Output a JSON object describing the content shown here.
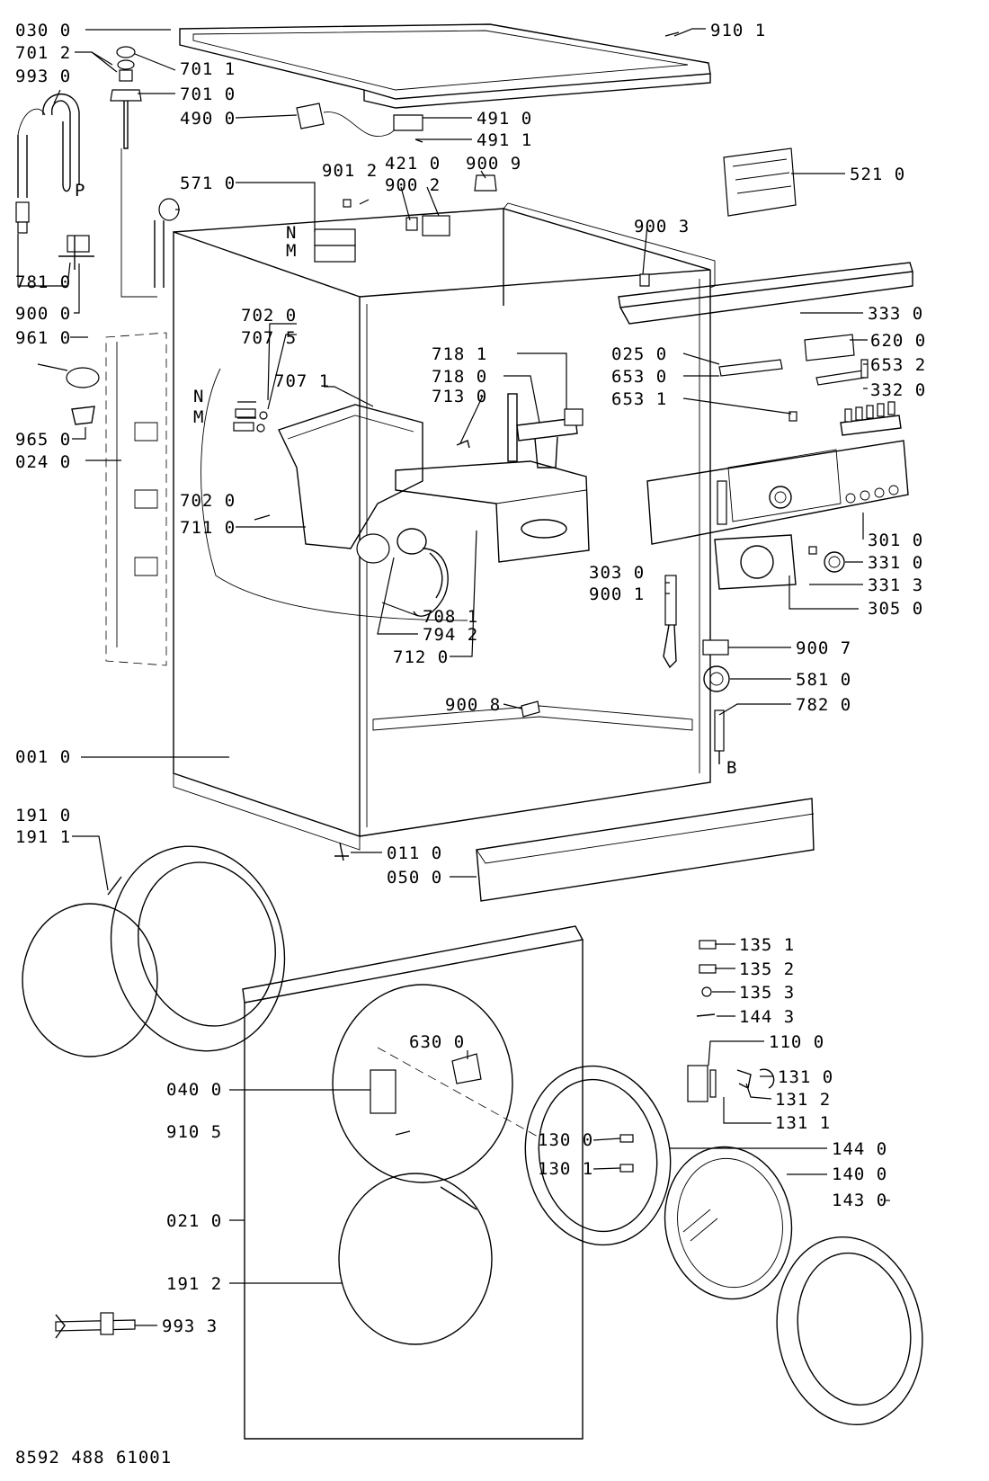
{
  "drawing_number": "8592 488 61001",
  "letters": {
    "N1": "N",
    "M1": "M",
    "P": "P",
    "N2": "N",
    "M2": "M",
    "B": "B"
  },
  "labels": {
    "l0300": "030 0",
    "l9101": "910 1",
    "l7012": "701 2",
    "l7011": "701 1",
    "l9930": "993 0",
    "l7010": "701 0",
    "l4900": "490 0",
    "l4910": "491 0",
    "l4911": "491 1",
    "l4210": "421 0",
    "l9009": "900 9",
    "l9012": "901 2",
    "l9002": "900 2",
    "l5710": "571 0",
    "l5210": "521 0",
    "l9003": "900 3",
    "l7810": "781 0",
    "l9000": "900 0",
    "l9610": "961 0",
    "l3330": "333 0",
    "l7020a": "702 0",
    "l7075": "707 5",
    "l7071": "707 1",
    "l7181": "718 1",
    "l7180": "718 0",
    "l7130": "713 0",
    "l0250": "025 0",
    "l6200": "620 0",
    "l6530": "653 0",
    "l6532": "653 2",
    "l6531": "653 1",
    "l3320": "332 0",
    "l9650": "965 0",
    "l0240": "024 0",
    "l7020b": "702 0",
    "l7110": "711 0",
    "l3010": "301 0",
    "l3310": "331 0",
    "l3313": "331 3",
    "l3030": "303 0",
    "l9001": "900 1",
    "l3050": "305 0",
    "l7081": "708 1",
    "l7942": "794 2",
    "l7120": "712 0",
    "l9007": "900 7",
    "l5810": "581 0",
    "l9008": "900 8",
    "l7820": "782 0",
    "l0010": "001 0",
    "l1910": "191 0",
    "l1911": "191 1",
    "l0110": "011 0",
    "l0500": "050 0",
    "l1351": "135 1",
    "l1352": "135 2",
    "l1353": "135 3",
    "l1443": "144 3",
    "l6300": "630 0",
    "l1100": "110 0",
    "l0400": "040 0",
    "l1310": "131 0",
    "l1312": "131 2",
    "l1311": "131 1",
    "l9105": "910 5",
    "l1300": "130 0",
    "l1440": "144 0",
    "l1301": "130 1",
    "l1400": "140 0",
    "l1430": "143 0",
    "l0210": "021 0",
    "l1912": "191 2",
    "l9933": "993 3"
  }
}
